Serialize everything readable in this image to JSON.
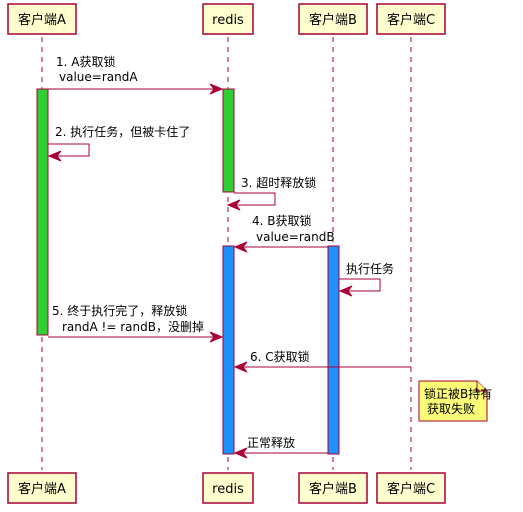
{
  "colors": {
    "participant_fill": "#FEFECE",
    "border": "#A80036",
    "activation_a": "#32CD32",
    "activation_blue": "#1E90FF",
    "note_fill": "#FBFB77"
  },
  "participants": [
    {
      "id": "a",
      "label": "客户端A"
    },
    {
      "id": "redis",
      "label": "redis"
    },
    {
      "id": "b",
      "label": "客户端B"
    },
    {
      "id": "c",
      "label": "客户端C"
    }
  ],
  "messages": [
    {
      "id": "m1",
      "lines": [
        "1. A获取锁",
        "value=randA"
      ]
    },
    {
      "id": "m2",
      "lines": [
        "2. 执行任务，但被卡住了"
      ]
    },
    {
      "id": "m3",
      "lines": [
        "3. 超时释放锁"
      ]
    },
    {
      "id": "m4",
      "lines": [
        "4. B获取锁",
        "value=randB"
      ]
    },
    {
      "id": "m5",
      "lines": [
        "执行任务"
      ]
    },
    {
      "id": "m6",
      "lines": [
        "5. 终于执行完了，释放锁",
        "randA != randB，没删掉"
      ]
    },
    {
      "id": "m7",
      "lines": [
        "6. C获取锁"
      ]
    },
    {
      "id": "m8",
      "lines": [
        "正常释放"
      ]
    }
  ],
  "note": {
    "lines": [
      "锁正被B持有",
      "获取失败"
    ]
  }
}
